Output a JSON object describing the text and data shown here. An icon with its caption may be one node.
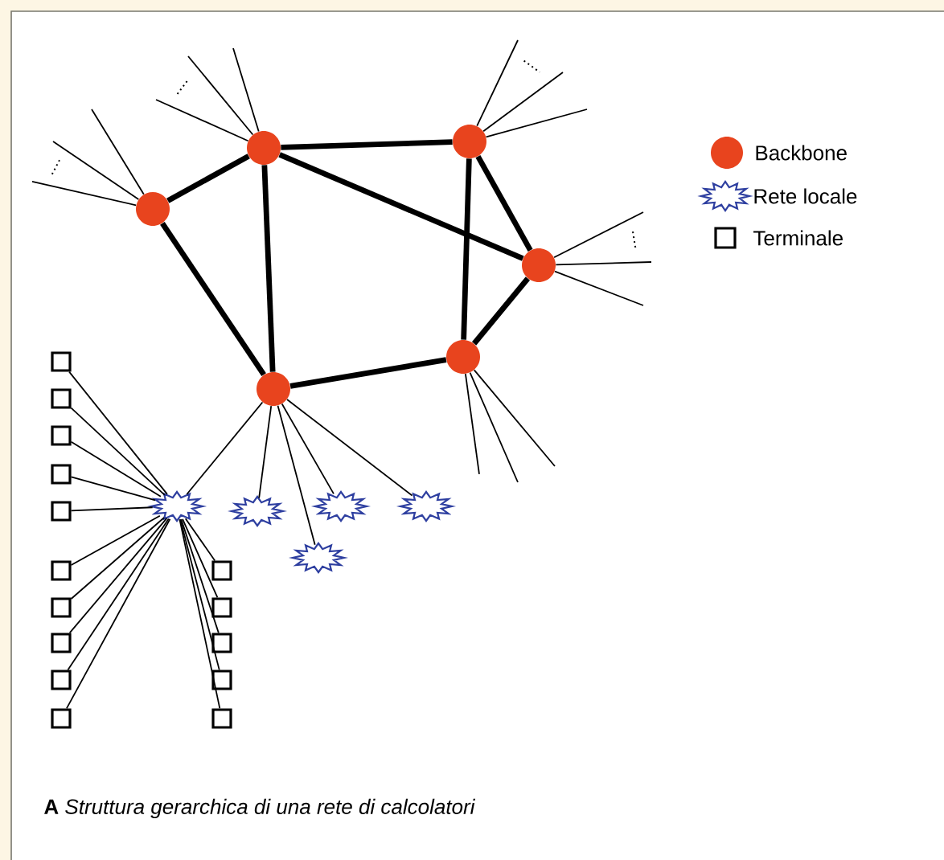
{
  "diagram": {
    "caption": "**A** *Struttura gerarchica di una rete di calcolatori*",
    "nodes": [
      {
        "text": [],
        "shape": "circle"
      },
      {
        "text": [],
        "shape": "circle"
      },
      {
        "text": [],
        "shape": "circle"
      },
      {
        "text": [],
        "shape": "circle"
      },
      {
        "text": [],
        "shape": "circle"
      },
      {
        "text": [],
        "shape": "circle"
      },
      {
        "text": [],
        "shape": "star"
      },
      {
        "text": [],
        "shape": "star"
      },
      {
        "text": [],
        "shape": "star"
      },
      {
        "text": [],
        "shape": "star"
      },
      {
        "text": [],
        "shape": "star"
      },
      {
        "text": [],
        "shape": "box"
      },
      {
        "text": [],
        "shape": "box"
      },
      {
        "text": [],
        "shape": "box"
      },
      {
        "text": [],
        "shape": "box"
      },
      {
        "text": [],
        "shape": "box"
      },
      {
        "text": [],
        "shape": "box"
      },
      {
        "text": [],
        "shape": "box"
      },
      {
        "text": [],
        "shape": "box"
      },
      {
        "text": [],
        "shape": "box"
      },
      {
        "text": [],
        "shape": "box"
      },
      {
        "text": [],
        "shape": "box"
      },
      {
        "text": [],
        "shape": "box"
      },
      {
        "text": [],
        "shape": "box"
      },
      {
        "text": [],
        "shape": "box"
      },
      {
        "text": [],
        "shape": "box"
      }
    ],
    "edges": [
      {
        "from": 0,
        "to": 1,
        "arrow": "none",
        "style": "thick"
      },
      {
        "from": 1,
        "to": 2,
        "arrow": "none",
        "style": "thick"
      },
      {
        "from": 1,
        "to": 5,
        "arrow": "none",
        "style": "thick"
      },
      {
        "from": 1,
        "to": 3,
        "arrow": "none",
        "style": "thick"
      },
      {
        "from": 0,
        "to": 5,
        "arrow": "none",
        "style": "thick"
      },
      {
        "from": 2,
        "to": 3,
        "arrow": "none",
        "style": "thick"
      },
      {
        "from": 2,
        "to": 4,
        "arrow": "none",
        "style": "thick"
      },
      {
        "from": 3,
        "to": 4,
        "arrow": "none",
        "style": "thick"
      },
      {
        "from": 4,
        "to": 5,
        "arrow": "none",
        "style": "thick"
      },
      {
        "from": 5,
        "to": 6,
        "arrow": "none"
      },
      {
        "from": 5,
        "to": 7,
        "arrow": "none"
      },
      {
        "from": 5,
        "to": 8,
        "arrow": "none"
      },
      {
        "from": 5,
        "to": 9,
        "arrow": "none"
      },
      {
        "from": 5,
        "to": 10,
        "arrow": "none"
      },
      {
        "from": 6,
        "to": 11,
        "arrow": "none"
      },
      {
        "from": 6,
        "to": 12,
        "arrow": "none"
      },
      {
        "from": 6,
        "to": 13,
        "arrow": "none"
      },
      {
        "from": 6,
        "to": 14,
        "arrow": "none"
      },
      {
        "from": 6,
        "to": 15,
        "arrow": "none"
      },
      {
        "from": 6,
        "to": 16,
        "arrow": "none"
      },
      {
        "from": 6,
        "to": 17,
        "arrow": "none"
      },
      {
        "from": 6,
        "to": 18,
        "arrow": "none"
      },
      {
        "from": 6,
        "to": 19,
        "arrow": "none"
      },
      {
        "from": 6,
        "to": 20,
        "arrow": "none"
      },
      {
        "from": 6,
        "to": 21,
        "arrow": "none"
      },
      {
        "from": 6,
        "to": 22,
        "arrow": "none"
      },
      {
        "from": 6,
        "to": 23,
        "arrow": "none"
      },
      {
        "from": 6,
        "to": 24,
        "arrow": "none"
      },
      {
        "from": 6,
        "to": 25,
        "arrow": "none"
      },
      {
        "from": 0,
        "to": null,
        "arrow": "none"
      },
      {
        "from": 0,
        "to": null,
        "arrow": "none"
      },
      {
        "from": 0,
        "to": null,
        "arrow": "none"
      },
      {
        "from": 1,
        "to": null,
        "arrow": "none"
      },
      {
        "from": 1,
        "to": null,
        "arrow": "none"
      },
      {
        "from": 1,
        "to": null,
        "arrow": "none"
      },
      {
        "from": 2,
        "to": null,
        "arrow": "none"
      },
      {
        "from": 2,
        "to": null,
        "arrow": "none"
      },
      {
        "from": 2,
        "to": null,
        "arrow": "none"
      },
      {
        "from": 3,
        "to": null,
        "arrow": "none"
      },
      {
        "from": 3,
        "to": null,
        "arrow": "none"
      },
      {
        "from": 3,
        "to": null,
        "arrow": "none"
      },
      {
        "from": 4,
        "to": null,
        "arrow": "none"
      },
      {
        "from": 4,
        "to": null,
        "arrow": "none"
      },
      {
        "from": 4,
        "to": null,
        "arrow": "none"
      }
    ],
    "legend": [
      {
        "text": "Backbone"
      },
      {
        "text": "Rete locale"
      },
      {
        "text": "Terminale"
      }
    ]
  }
}
